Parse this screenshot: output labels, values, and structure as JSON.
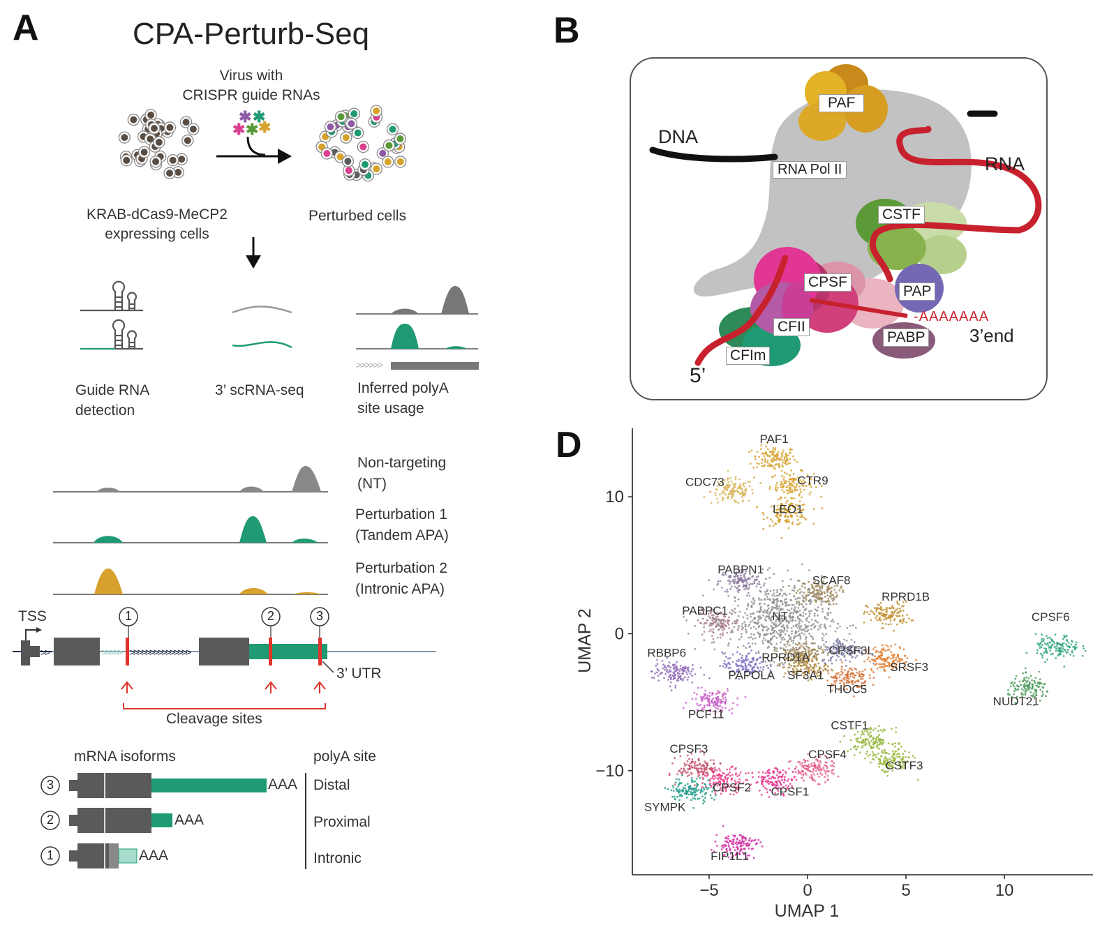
{
  "panel_a": {
    "letter": "A",
    "title": "CPA-Perturb-Seq",
    "virus_line1": "Virus with",
    "virus_line2": "CRISPR guide RNAs",
    "cells_line1": "KRAB-dCas9-MeCP2",
    "cells_line2": "expressing cells",
    "perturbed": "Perturbed cells",
    "guide_line1": "Guide RNA",
    "guide_line2": "detection",
    "scrna": "3’ scRNA-seq",
    "inferred_line1": "Inferred polyA",
    "inferred_line2": "site usage",
    "nt_line1": "Non-targeting",
    "nt_line2": "(NT)",
    "p1_line1": "Perturbation 1",
    "p1_line2": "(Tandem APA)",
    "p2_line1": "Perturbation 2",
    "p2_line2": "(Intronic APA)",
    "tss": "TSS",
    "site1": "1",
    "site2": "2",
    "site3": "3",
    "utr": "3’ UTR",
    "cleavage": "Cleavage sites",
    "isoforms_title": "mRNA isoforms",
    "polya_title": "polyA site",
    "aaa": "AAA",
    "distal": "Distal",
    "proximal": "Proximal",
    "intronic": "Intronic"
  },
  "panel_b": {
    "letter": "B",
    "dna": "DNA",
    "rna": "RNA",
    "paf": "PAF",
    "polii": "RNA Pol II",
    "cstf": "CSTF",
    "cpsf": "CPSF",
    "pap": "PAP",
    "cfii": "CFII",
    "pabp": "PABP",
    "cfim": "CFIm",
    "polya_tail": "-AAAAAAA",
    "five": "5’",
    "three": "3’end"
  },
  "panel_d": {
    "letter": "D",
    "chart_data": {
      "type": "scatter",
      "title": "",
      "xlabel": "UMAP 1",
      "ylabel": "UMAP 2",
      "xlim": [
        -8.9,
        14.5
      ],
      "ylim": [
        -17.6,
        15
      ],
      "xticks": [
        -5,
        0,
        5,
        10
      ],
      "xtick_labels": [
        "−5",
        "0",
        "5",
        "10"
      ],
      "yticks": [
        -10,
        0,
        10
      ],
      "ytick_labels": [
        "−10",
        "0",
        "10"
      ],
      "grid": false,
      "clusters": [
        {
          "name": "PAF1",
          "x": -1.7,
          "y": 12.8,
          "color": "#d6a12c"
        },
        {
          "name": "CTR9",
          "x": -0.8,
          "y": 10.9,
          "color": "#d6a12c"
        },
        {
          "name": "CDC73",
          "x": -3.8,
          "y": 10.4,
          "color": "#d9b458"
        },
        {
          "name": "LEO1",
          "x": -1.0,
          "y": 8.8,
          "color": "#d39a22"
        },
        {
          "name": "PABPN1",
          "x": -3.4,
          "y": 3.8,
          "color": "#8d7aa0"
        },
        {
          "name": "SCAF8",
          "x": 0.5,
          "y": 3.0,
          "color": "#9b8150"
        },
        {
          "name": "RPRD1B",
          "x": 4.1,
          "y": 1.4,
          "color": "#c1902e"
        },
        {
          "name": "PABPC1",
          "x": -4.5,
          "y": 0.8,
          "color": "#a57b8b"
        },
        {
          "name": "NT",
          "x": -1.4,
          "y": 1.0,
          "color": "#8c8c8c"
        },
        {
          "name": "CPSF3L",
          "x": 1.8,
          "y": -1.2,
          "color": "#7f7fa8"
        },
        {
          "name": "RPRD1A",
          "x": -0.4,
          "y": -1.4,
          "color": "#9b8150"
        },
        {
          "name": "SF3A1",
          "x": -0.1,
          "y": -2.4,
          "color": "#b08a3c"
        },
        {
          "name": "RBBP6",
          "x": -6.8,
          "y": -2.8,
          "color": "#8e68b8"
        },
        {
          "name": "PAPOLA",
          "x": -3.2,
          "y": -2.3,
          "color": "#7a72c0"
        },
        {
          "name": "SRSF3",
          "x": 4.1,
          "y": -1.8,
          "color": "#e07a2a"
        },
        {
          "name": "THOC5",
          "x": 2.0,
          "y": -3.2,
          "color": "#d4733a"
        },
        {
          "name": "CPSF6",
          "x": 12.7,
          "y": -1.0,
          "color": "#2aa27a"
        },
        {
          "name": "NUDT21",
          "x": 11.3,
          "y": -4.0,
          "color": "#4a9a5a"
        },
        {
          "name": "PCF11",
          "x": -4.8,
          "y": -4.9,
          "color": "#c85fc6"
        },
        {
          "name": "CSTF1",
          "x": 3.2,
          "y": -7.8,
          "color": "#8fb432"
        },
        {
          "name": "CSTF3",
          "x": 4.2,
          "y": -9.3,
          "color": "#98b83c"
        },
        {
          "name": "CPSF3",
          "x": -5.5,
          "y": -9.8,
          "color": "#c4506a"
        },
        {
          "name": "CPSF4",
          "x": 0.3,
          "y": -9.9,
          "color": "#e25a8a"
        },
        {
          "name": "CPSF2",
          "x": -4.2,
          "y": -10.7,
          "color": "#ea3f8a"
        },
        {
          "name": "CPSF1",
          "x": -1.6,
          "y": -10.7,
          "color": "#e7358f"
        },
        {
          "name": "SYMPK",
          "x": -5.9,
          "y": -11.4,
          "color": "#1f9a8a"
        },
        {
          "name": "FIP1L1",
          "x": -3.6,
          "y": -15.4,
          "color": "#cf2aa0"
        }
      ]
    }
  }
}
